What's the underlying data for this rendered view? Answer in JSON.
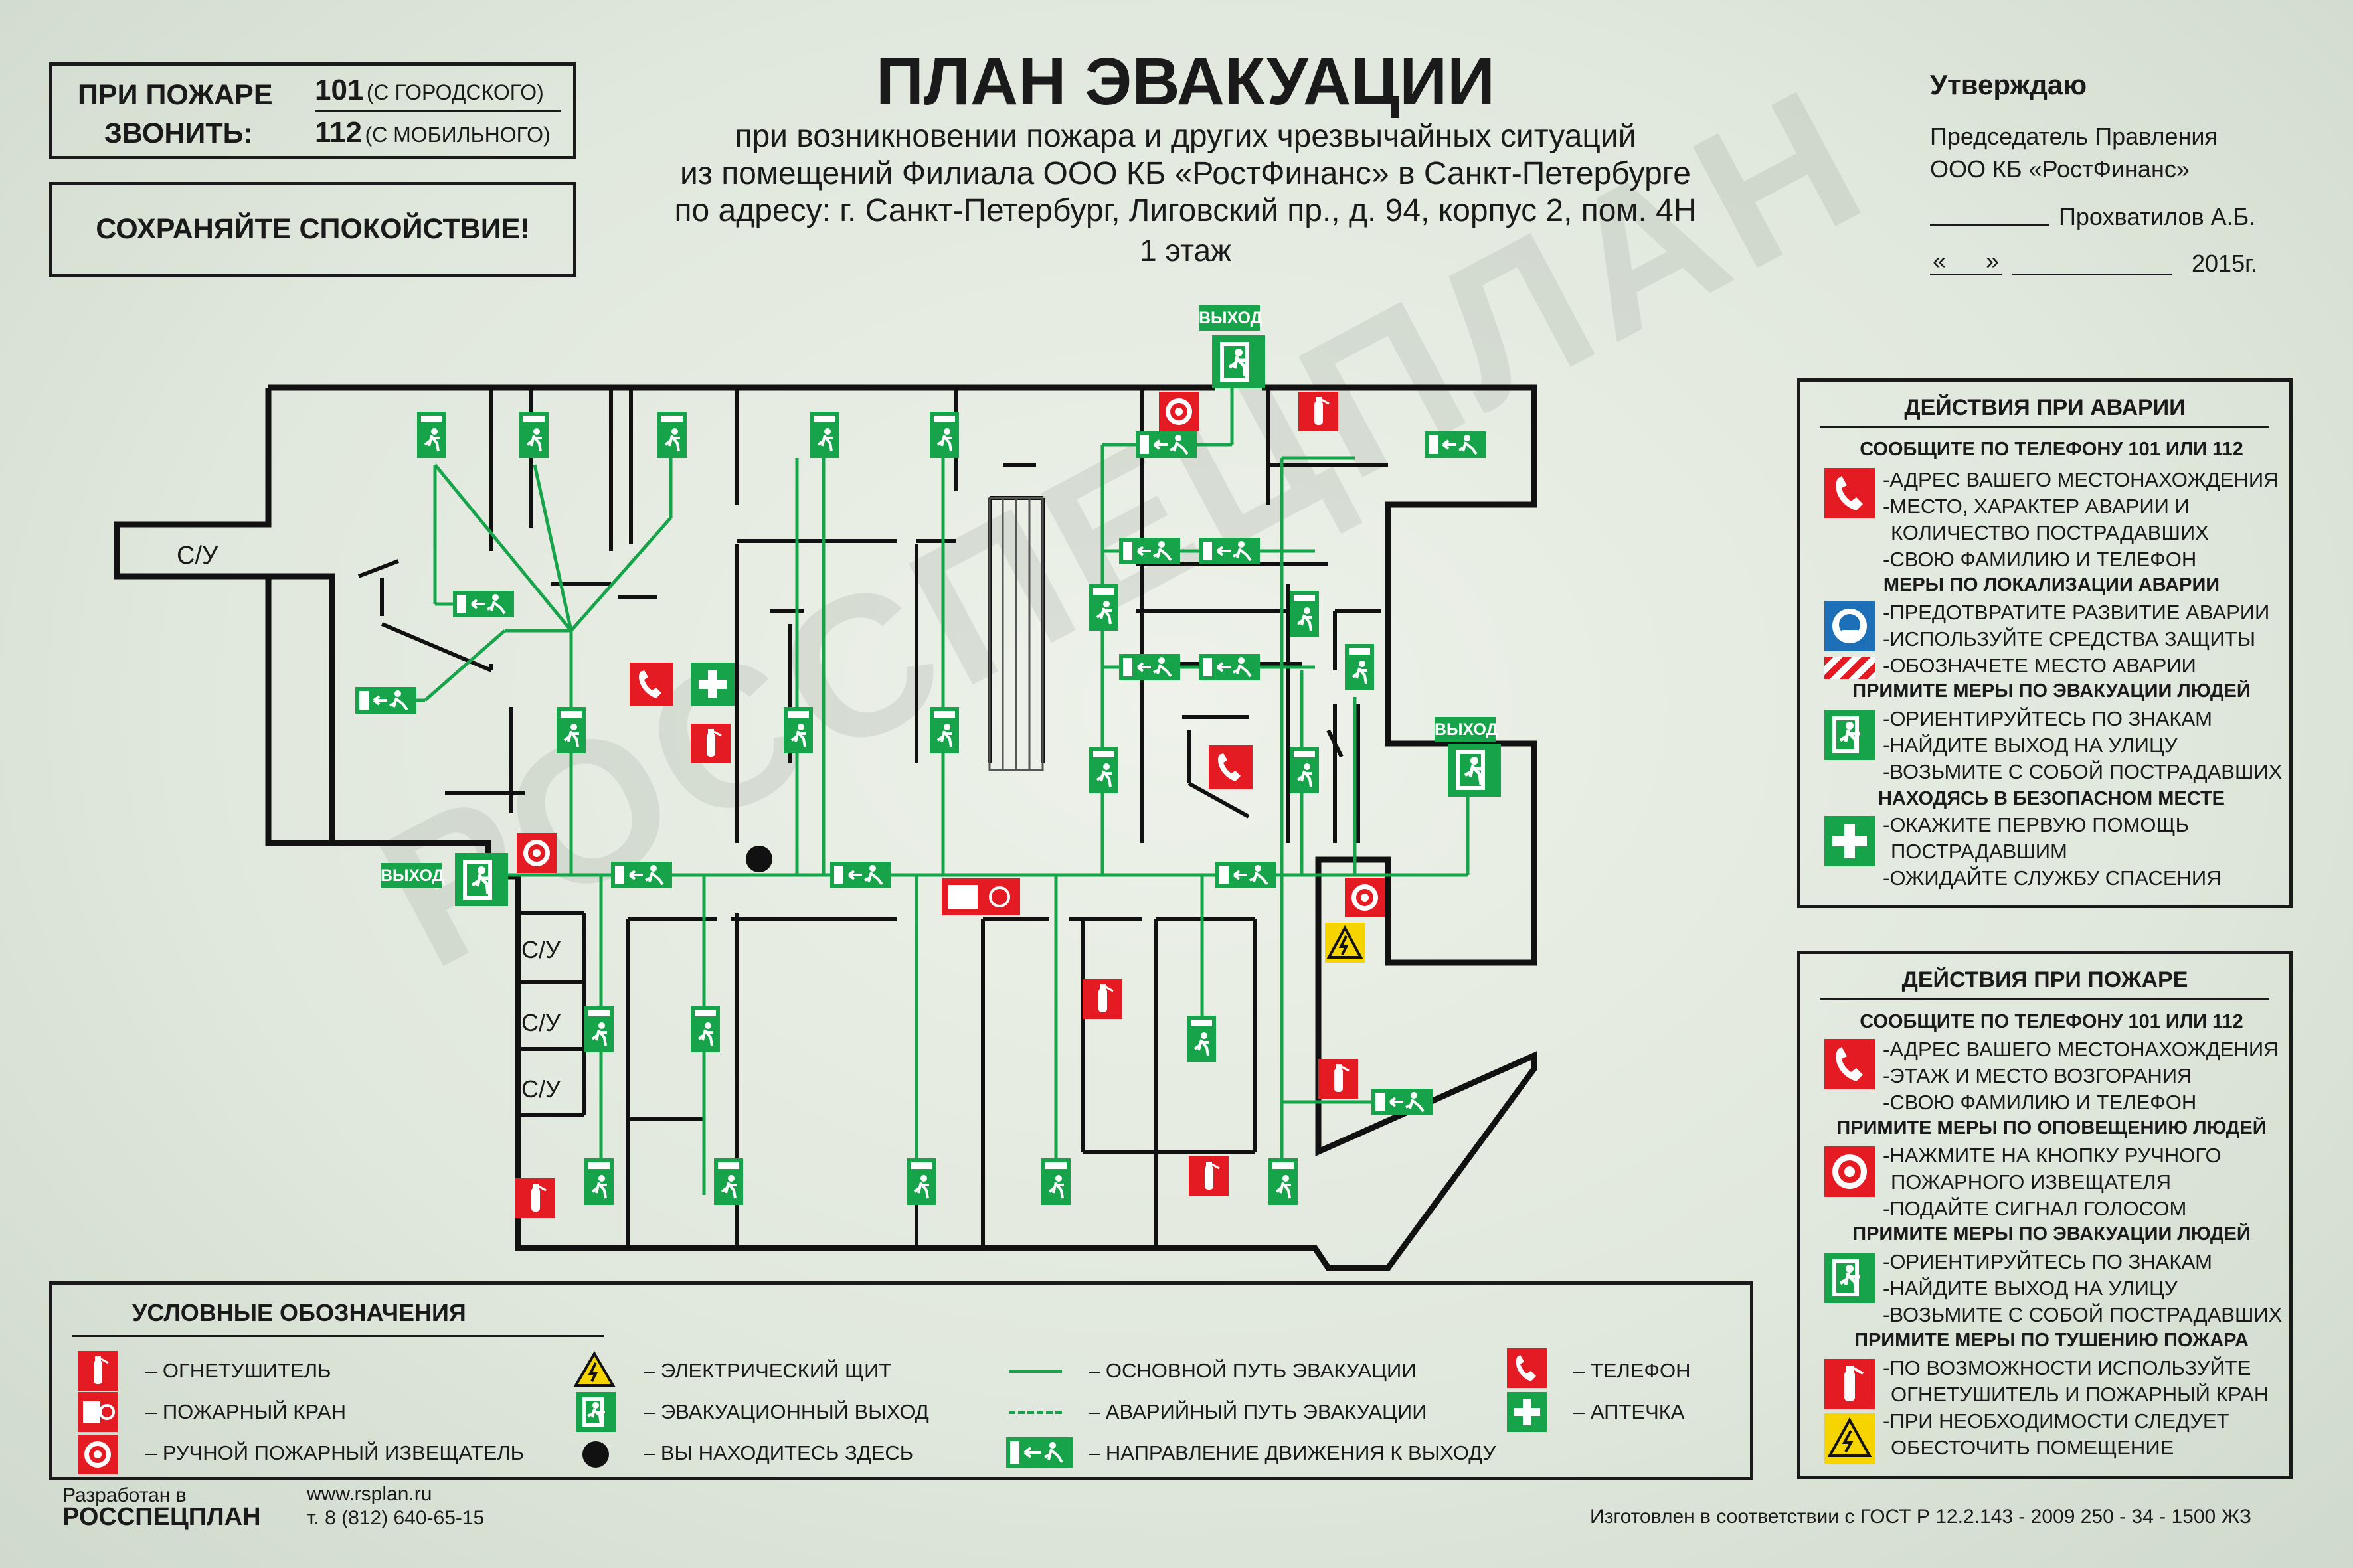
{
  "colors": {
    "green": "#16a34a",
    "red": "#e51b24",
    "wall": "#111111",
    "panel_bg": "#e8eee4"
  },
  "phone_box": {
    "label_line1": "ПРИ ПОЖАРЕ",
    "label_line2": "ЗВОНИТЬ:",
    "num1": "101",
    "num1_note": "(С ГОРОДСКОГО)",
    "num2": "112",
    "num2_note": "(С МОБИЛЬНОГО)"
  },
  "calm": "СОХРАНЯЙТЕ  СПОКОЙСТВИЕ!",
  "title": {
    "main": "ПЛАН ЭВАКУАЦИИ",
    "line1": "при возникновении пожара и других чрезвычайных ситуаций",
    "line2": "из помещений Филиала ООО КБ «РостФинанс» в Санкт-Петербурге",
    "line3": "по адресу: г. Санкт-Петербург, Лиговский пр., д. 94, корпус 2, пом. 4Н",
    "line4": "1 этаж"
  },
  "approve": {
    "title": "Утверждаю",
    "pos1": "Председатель Правления",
    "pos2": "ООО КБ «РостФинанс»",
    "name": "Прохватилов А.Б.",
    "q_open": "«",
    "q_close": "»",
    "year": "2015г."
  },
  "plan": {
    "exit_label": "ВЫХОД",
    "wc": "С/У"
  },
  "accident": {
    "title": "ДЕЙСТВИЯ ПРИ АВАРИИ",
    "s1": "СООБЩИТЕ ПО ТЕЛЕФОНУ  101 ИЛИ 112",
    "s1_items": [
      "-АДРЕС ВАШЕГО МЕСТОНАХОЖДЕНИЯ",
      "-МЕСТО, ХАРАКТЕР АВАРИИ И",
      "КОЛИЧЕСТВО ПОСТРАДАВШИХ",
      "-СВОЮ ФАМИЛИЮ И  ТЕЛЕФОН"
    ],
    "s2": "МЕРЫ ПО ЛОКАЛИЗАЦИИ АВАРИИ",
    "s2_items": [
      "-ПРЕДОТВРАТИТЕ РАЗВИТИЕ АВАРИИ",
      "-ИСПОЛЬЗУЙТЕ СРЕДСТВА ЗАЩИТЫ",
      "-ОБОЗНАЧЕТЕ МЕСТО АВАРИИ"
    ],
    "s3": "ПРИМИТЕ МЕРЫ ПО ЭВАКУАЦИИ ЛЮДЕЙ",
    "s3_items": [
      "-ОРИЕНТИРУЙТЕСЬ ПО ЗНАКАМ",
      "-НАЙДИТЕ ВЫХОД НА УЛИЦУ",
      "-ВОЗЬМИТЕ С СОБОЙ ПОСТРАДАВШИХ"
    ],
    "s4": "НАХОДЯСЬ В БЕЗОПАСНОМ МЕСТЕ",
    "s4_items": [
      "-ОКАЖИТЕ ПЕРВУЮ ПОМОЩЬ",
      "ПОСТРАДАВШИМ",
      "-ОЖИДАЙТЕ СЛУЖБУ СПАСЕНИЯ"
    ]
  },
  "fire": {
    "title": "ДЕЙСТВИЯ ПРИ ПОЖАРЕ",
    "s1": "СООБЩИТЕ ПО ТЕЛЕФОНУ  101 ИЛИ 112",
    "s1_items": [
      "-АДРЕС ВАШЕГО МЕСТОНАХОЖДЕНИЯ",
      "-ЭТАЖ И МЕСТО ВОЗГОРАНИЯ",
      "-СВОЮ ФАМИЛИЮ И  ТЕЛЕФОН"
    ],
    "s2": "ПРИМИТЕ МЕРЫ ПО ОПОВЕЩЕНИЮ ЛЮДЕЙ",
    "s2_items": [
      "-НАЖМИТЕ НА КНОПКУ РУЧНОГО",
      "ПОЖАРНОГО ИЗВЕЩАТЕЛЯ",
      "-ПОДАЙТЕ СИГНАЛ ГОЛОСОМ"
    ],
    "s3": "ПРИМИТЕ МЕРЫ ПО ЭВАКУАЦИИ ЛЮДЕЙ",
    "s3_items": [
      "-ОРИЕНТИРУЙТЕСЬ ПО ЗНАКАМ",
      "-НАЙДИТЕ ВЫХОД НА УЛИЦУ",
      "-ВОЗЬМИТЕ С СОБОЙ ПОСТРАДАВШИХ"
    ],
    "s4": "ПРИМИТЕ МЕРЫ ПО ТУШЕНИЮ ПОЖАРА",
    "s4_items": [
      "-ПО ВОЗМОЖНОСТИ ИСПОЛЬЗУЙТЕ",
      "ОГНЕТУШИТЕЛЬ И ПОЖАРНЫЙ КРАН",
      "-ПРИ НЕОБХОДИМОСТИ СЛЕДУЕТ",
      "ОБЕСТОЧИТЬ ПОМЕЩЕНИЕ"
    ]
  },
  "legend": {
    "title": "УСЛОВНЫЕ ОБОЗНАЧЕНИЯ",
    "extinguisher": "–  ОГНЕТУШИТЕЛЬ",
    "hydrant": "–  ПОЖАРНЫЙ КРАН",
    "call_point": "–  РУЧНОЙ ПОЖАРНЫЙ ИЗВЕЩАТЕЛЬ",
    "panel": "–  ЭЛЕКТРИЧЕСКИЙ ЩИТ",
    "exit": "–  ЭВАКУАЦИОННЫЙ ВЫХОД",
    "here": "–  ВЫ НАХОДИТЕСЬ ЗДЕСЬ",
    "main_route": "–  ОСНОВНОЙ ПУТЬ ЭВАКУАЦИИ",
    "emergency_route": "–  АВАРИЙНЫЙ ПУТЬ ЭВАКУАЦИИ",
    "direction": "–  НАПРАВЛЕНИЕ ДВИЖЕНИЯ К ВЫХОДУ",
    "phone": "–  ТЕЛЕФОН",
    "firstaid": "–  АПТЕЧКА"
  },
  "footer": {
    "dev_label": "Разработан в",
    "dev_company": "РОССПЕЦПЛАН",
    "site": "www.rsplan.ru",
    "phone": "т. 8 (812) 640-65-15",
    "standard": "Изготовлен в соответствии с ГОСТ Р 12.2.143 - 2009 250 - 34 - 1500 ЖЗ"
  },
  "watermark": "РОССПЕЦПЛАН"
}
